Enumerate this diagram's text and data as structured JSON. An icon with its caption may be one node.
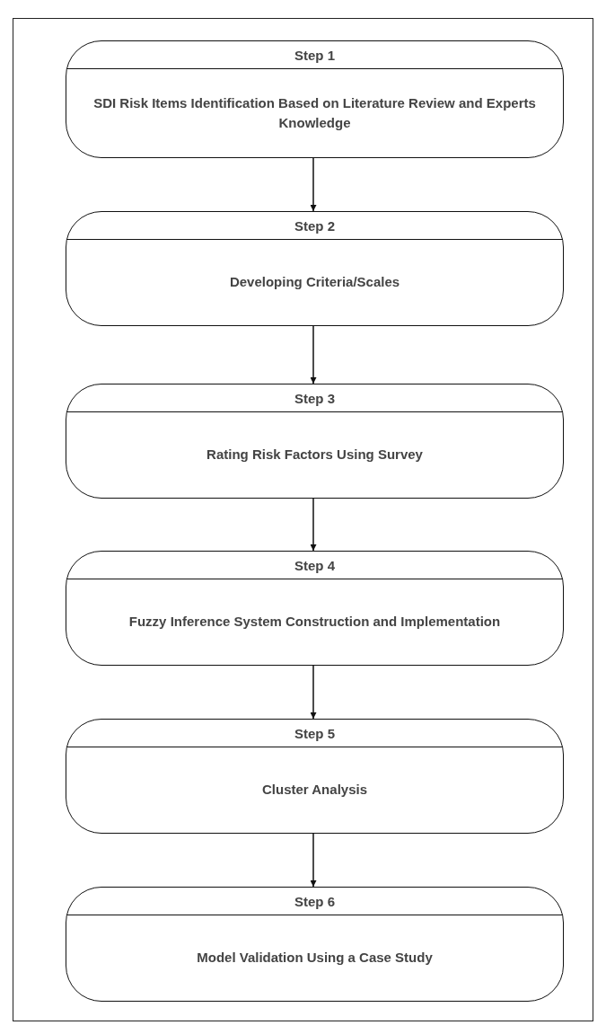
{
  "diagram": {
    "nodes": [
      {
        "text": [
          "Step 1",
          "SDI Risk Items Identification Based on Literature Review and Experts Knowledge"
        ]
      },
      {
        "text": [
          "Step 2",
          "Developing Criteria/Scales"
        ]
      },
      {
        "text": [
          "Step 3",
          "Rating Risk Factors Using Survey"
        ]
      },
      {
        "text": [
          "Step 4",
          "Fuzzy Inference System Construction and Implementation"
        ]
      },
      {
        "text": [
          "Step 5",
          "Cluster Analysis"
        ]
      },
      {
        "text": [
          "Step 6",
          "Model Validation Using a Case Study"
        ]
      }
    ],
    "edges": [
      {
        "from": 0,
        "to": 1,
        "arrow": "to"
      },
      {
        "from": 1,
        "to": 2,
        "arrow": "to"
      },
      {
        "from": 2,
        "to": 3,
        "arrow": "to"
      },
      {
        "from": 3,
        "to": 4,
        "arrow": "to"
      },
      {
        "from": 4,
        "to": 5,
        "arrow": "to"
      }
    ]
  }
}
